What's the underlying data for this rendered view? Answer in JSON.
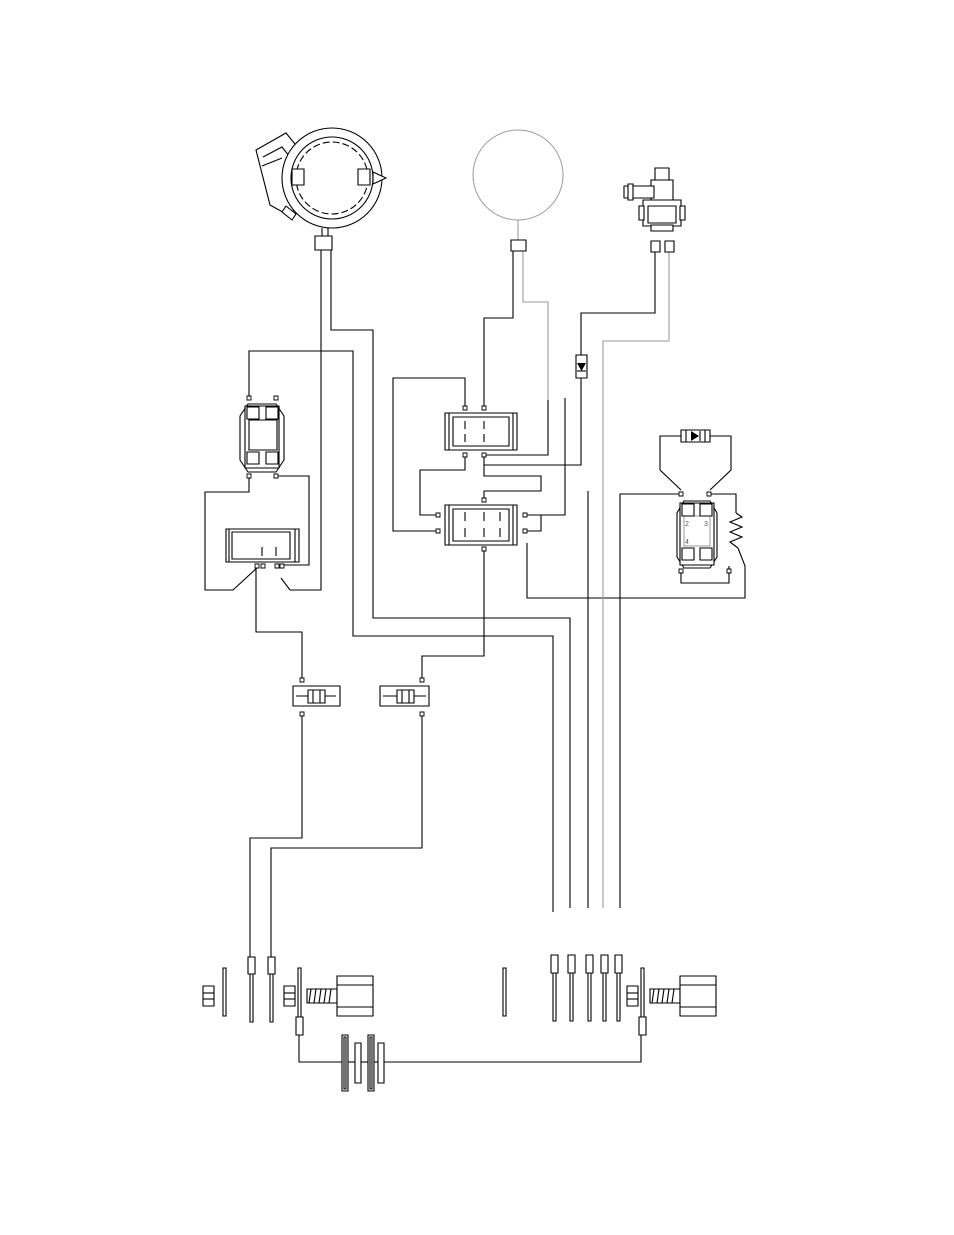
{
  "diagram": {
    "type": "wiring-schematic",
    "colors": {
      "line": "#000000",
      "gray_wire": "#9a9a9a",
      "background": "#ffffff"
    },
    "components": [
      "ignition-coil",
      "circular-gauge",
      "valve-sensor",
      "relay-left",
      "switch-left",
      "switch-center-upper",
      "switch-center-lower",
      "relay-right",
      "inline-diode",
      "diode-right",
      "resistor-right",
      "inline-fuse-left",
      "inline-fuse-right",
      "terminal-strip-left",
      "terminal-strip-right",
      "battery-bank"
    ],
    "relay_right_labels": {
      "pin_a": "2",
      "pin_b": "3",
      "pin_c": "4"
    }
  }
}
